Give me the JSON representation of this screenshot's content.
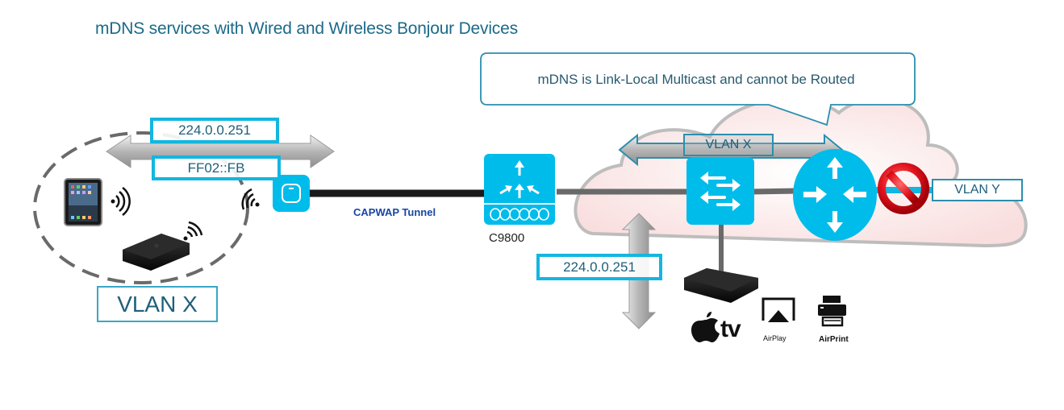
{
  "title": "mDNS services with Wired and Wireless Bonjour Devices",
  "callout": "mDNS is Link-Local Multicast and cannot be Routed",
  "labels": {
    "ipv4_multicast_top": "224.0.0.251",
    "ipv6_multicast": "FF02::FB",
    "ipv4_multicast_wired": "224.0.0.251",
    "wireless_vlan": "VLAN X",
    "wired_vlan": "VLAN X",
    "blocked_vlan": "VLAN Y",
    "tunnel": "CAPWAP Tunnel",
    "controller": "C9800",
    "apple_tv_brand": "tv",
    "airplay": "AirPlay",
    "airprint": "AirPrint"
  },
  "icons": {
    "tablet": "ipad-icon",
    "media_player": "apple-tv-icon",
    "access_point": "access-point-icon",
    "wireless_controller": "wireless-lan-controller-icon",
    "switch": "layer2-switch-icon",
    "router": "router-icon",
    "blocked": "prohibited-icon",
    "airplay": "airplay-icon",
    "airprint": "printer-icon",
    "wifi": "wifi-signal-icon"
  },
  "colors": {
    "title": "#1b6a8a",
    "cisco_blue": "#00bceb",
    "label_border": "#13b6e0",
    "tunnel_text": "#1747a3",
    "prohibit_red": "#e0141e",
    "cloud_fill": "#fbe3e3"
  }
}
